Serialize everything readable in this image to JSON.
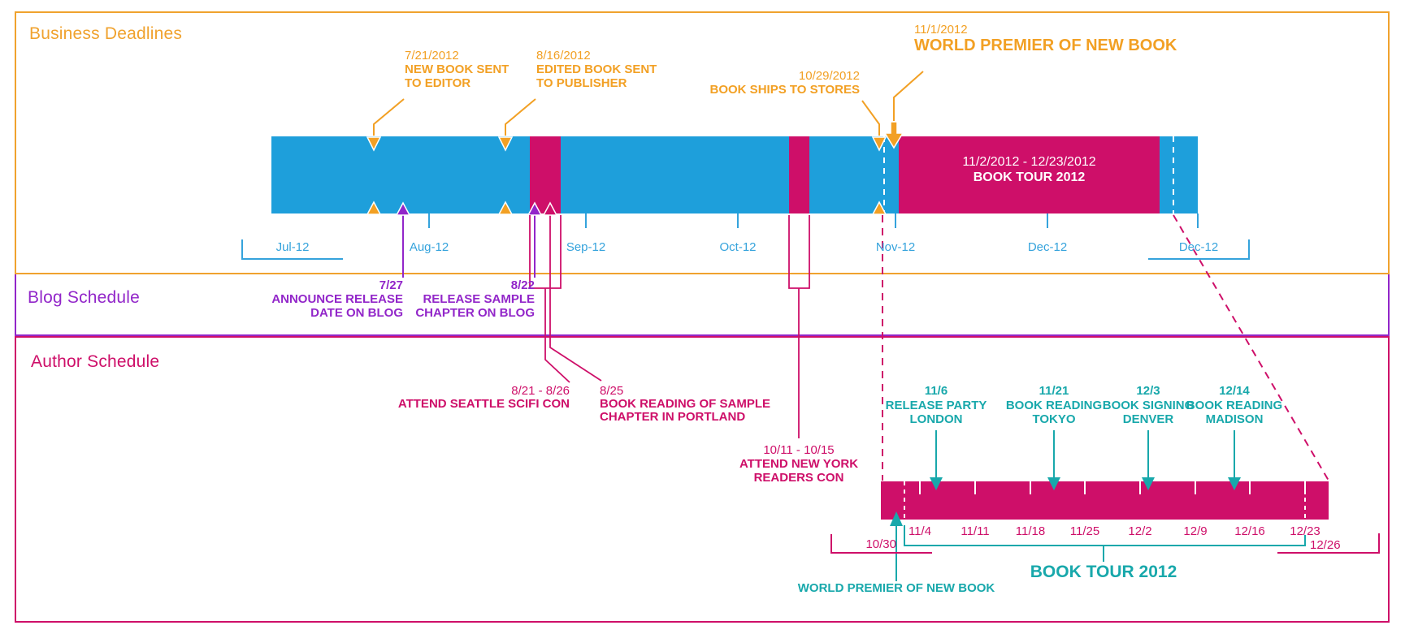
{
  "colors": {
    "timeline_blue": "#1E9FDB",
    "timescale_blue": "#35A3DC",
    "orange": "#F2A024",
    "purple": "#9226C9",
    "pink_magenta": "#CE0F69",
    "teal": "#18A8AB",
    "white": "#FFFFFF"
  },
  "sections": {
    "business": {
      "label": "Business Deadlines"
    },
    "blog": {
      "label": "Blog Schedule"
    },
    "author": {
      "label": "Author Schedule"
    }
  },
  "main_timeline": {
    "start_bracket_label": "Jul-12",
    "end_bracket_label": "Dec-12",
    "months": [
      "Jul-12",
      "Aug-12",
      "Sep-12",
      "Oct-12",
      "Nov-12",
      "Dec-12"
    ],
    "milestones": [
      {
        "date": "7/21/2012",
        "line1": "NEW BOOK SENT",
        "line2": "TO EDITOR"
      },
      {
        "date": "8/16/2012",
        "line1": "EDITED BOOK SENT",
        "line2": "TO PUBLISHER"
      },
      {
        "date": "10/29/2012",
        "line1": "BOOK SHIPS TO STORES"
      },
      {
        "date": "11/1/2012",
        "line1": "WORLD PREMIER OF NEW BOOK"
      }
    ],
    "book_tour_interval": {
      "range": "11/2/2012 - 12/23/2012",
      "name": "BOOK TOUR 2012"
    }
  },
  "blog_milestones": [
    {
      "date": "7/27",
      "line1": "ANNOUNCE RELEASE",
      "line2": "DATE ON BLOG"
    },
    {
      "date": "8/22",
      "line1": "RELEASE SAMPLE",
      "line2": "CHAPTER ON BLOG"
    }
  ],
  "author_callouts": [
    {
      "date": "8/21 - 8/26",
      "line1": "ATTEND SEATTLE SCIFI CON"
    },
    {
      "date": "8/25",
      "line1": "BOOK READING OF SAMPLE",
      "line2": "CHAPTER IN PORTLAND"
    },
    {
      "date": "10/11 - 10/15",
      "line1": "ATTEND NEW YORK",
      "line2": "READERS CON"
    }
  ],
  "expanded_timeline": {
    "title": "BOOK TOUR 2012",
    "start_bracket_label": "10/30",
    "end_bracket_label": "12/26",
    "week_labels": [
      "11/4",
      "11/11",
      "11/18",
      "11/25",
      "12/2",
      "12/9",
      "12/16",
      "12/23"
    ],
    "milestones": [
      {
        "date": "11/6",
        "line1": "RELEASE PARTY",
        "line2": "LONDON"
      },
      {
        "date": "11/21",
        "line1": "BOOK READING",
        "line2": "TOKYO"
      },
      {
        "date": "12/3",
        "line1": "BOOK SIGNING",
        "line2": "DENVER"
      },
      {
        "date": "12/14",
        "line1": "BOOK READING",
        "line2": "MADISON"
      }
    ],
    "premier_label": "WORLD PREMIER OF NEW BOOK"
  }
}
